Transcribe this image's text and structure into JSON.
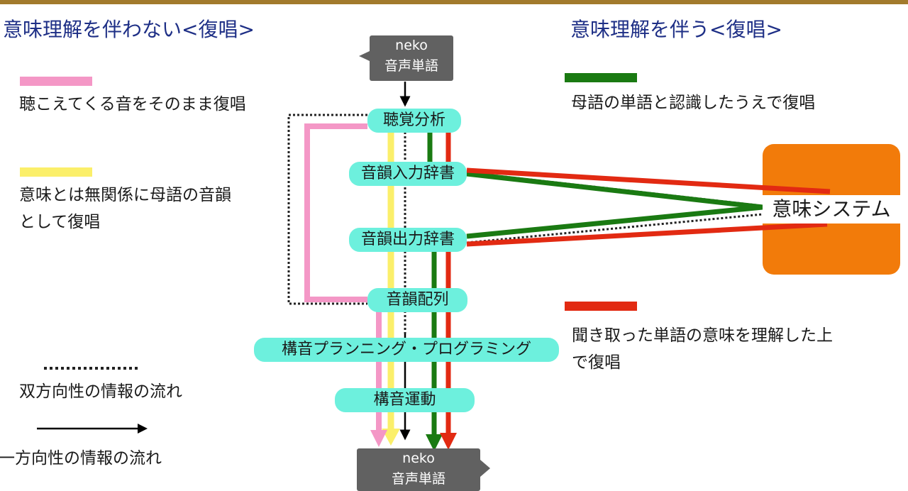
{
  "headings": {
    "left": "意味理解を伴わない<復唱>",
    "right": "意味理解を伴う<復唱>"
  },
  "legend": {
    "pink": "聴こえてくる音をそのまま復唱",
    "yellow": [
      "意味とは無関係に母語の音韻",
      "として復唱"
    ],
    "green": "母語の単語と認識したうえで復唱",
    "red": [
      "聞き取った単語の意味を理解した上",
      "で復唱"
    ],
    "dotted": "双方向性の情報の流れ",
    "arrow": "一方向性の情報の流れ"
  },
  "input_bubble": {
    "line1": "neko",
    "line2": "音声単語"
  },
  "output_bubble": {
    "line1": "neko",
    "line2": "音声単語"
  },
  "stages": {
    "auditory": "聴覚分析",
    "input_lexicon": "音韻入力辞書",
    "output_lexicon": "音韻出力辞書",
    "sequence": "音韻配列",
    "planning": "構音プランニング・プログラミング",
    "motor": "構音運動"
  },
  "semantic_system": "意味システム",
  "colors": {
    "pink": "#f497c6",
    "yellow": "#fbef6a",
    "green": "#1a7a12",
    "red": "#e22a12",
    "stage": "#6df0dd",
    "semantic": "#f27b0a",
    "heading": "#1e2f86",
    "bubble": "#616161"
  }
}
